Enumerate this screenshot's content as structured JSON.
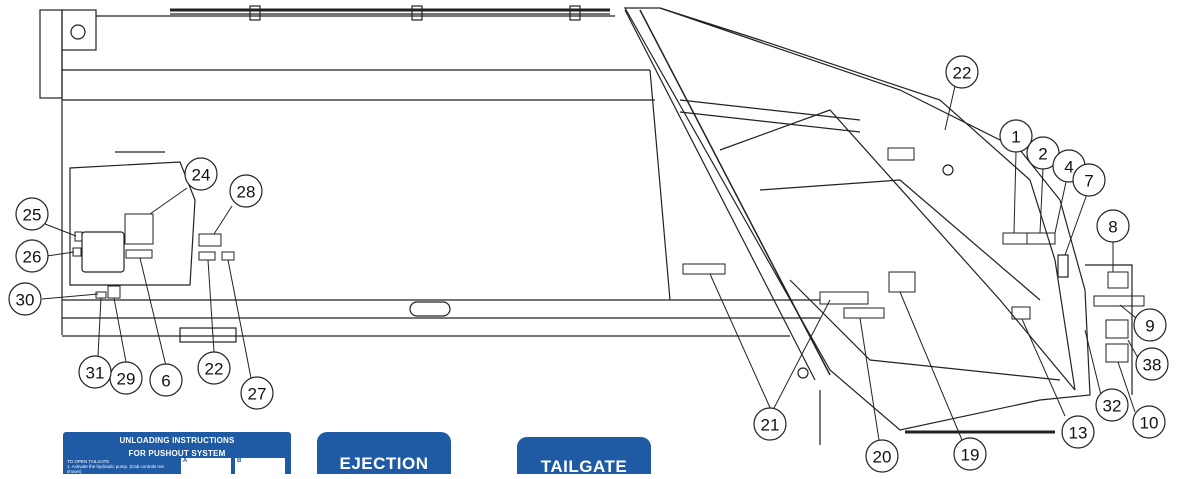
{
  "callouts": [
    {
      "id": "c1",
      "label": "1"
    },
    {
      "id": "c2",
      "label": "2"
    },
    {
      "id": "c4",
      "label": "4"
    },
    {
      "id": "c6",
      "label": "6"
    },
    {
      "id": "c7",
      "label": "7"
    },
    {
      "id": "c8",
      "label": "8"
    },
    {
      "id": "c9",
      "label": "9"
    },
    {
      "id": "c10",
      "label": "10"
    },
    {
      "id": "c13",
      "label": "13"
    },
    {
      "id": "c19",
      "label": "19"
    },
    {
      "id": "c20",
      "label": "20"
    },
    {
      "id": "c21",
      "label": "21"
    },
    {
      "id": "c22a",
      "label": "22"
    },
    {
      "id": "c22b",
      "label": "22"
    },
    {
      "id": "c24",
      "label": "24"
    },
    {
      "id": "c25",
      "label": "25"
    },
    {
      "id": "c26",
      "label": "26"
    },
    {
      "id": "c27",
      "label": "27"
    },
    {
      "id": "c28",
      "label": "28"
    },
    {
      "id": "c29",
      "label": "29"
    },
    {
      "id": "c30",
      "label": "30"
    },
    {
      "id": "c31",
      "label": "31"
    },
    {
      "id": "c32",
      "label": "32"
    },
    {
      "id": "c38",
      "label": "38"
    }
  ],
  "decals": {
    "unloading_title_line1": "UNLOADING INSTRUCTIONS",
    "unloading_title_line2": "FOR PUSHOUT SYSTEM",
    "unloading_subhead": "TO OPEN TAILGATE",
    "unloading_small_text": "1. Activate the hydraulic pump. (Cab controls not shown)",
    "unloading_panel_a": "A",
    "unloading_panel_b": "B",
    "ejection_label": "EJECTION",
    "tailgate_label": "TAILGATE"
  },
  "colors": {
    "line": "#222222",
    "decal_blue": "#1f5aa5"
  }
}
